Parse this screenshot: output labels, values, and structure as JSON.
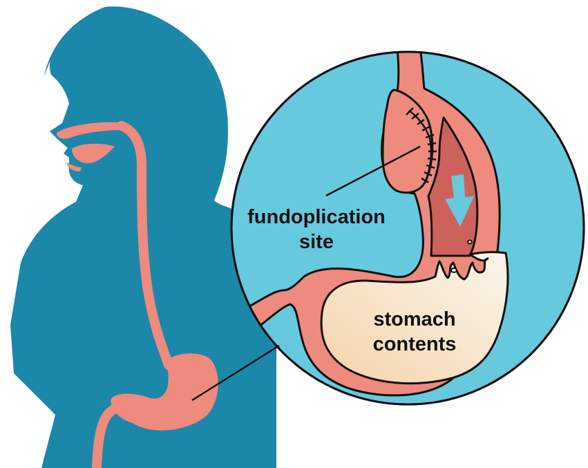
{
  "labels": {
    "fundoplication": [
      "fundoplication",
      "site"
    ],
    "stomach_contents": [
      "stomach",
      "contents"
    ]
  },
  "colors": {
    "silhouette": "#1b87a9",
    "organ": "#ee8a7e",
    "inner_chamber": "#cd625c",
    "circle_background": "#67c9de",
    "contents_light": "#f8efe0",
    "contents_warm": "#f5d3aa",
    "arrow": "#67c9de",
    "outline": "#111111"
  },
  "icons": {
    "arrow": "down-arrow-icon"
  }
}
